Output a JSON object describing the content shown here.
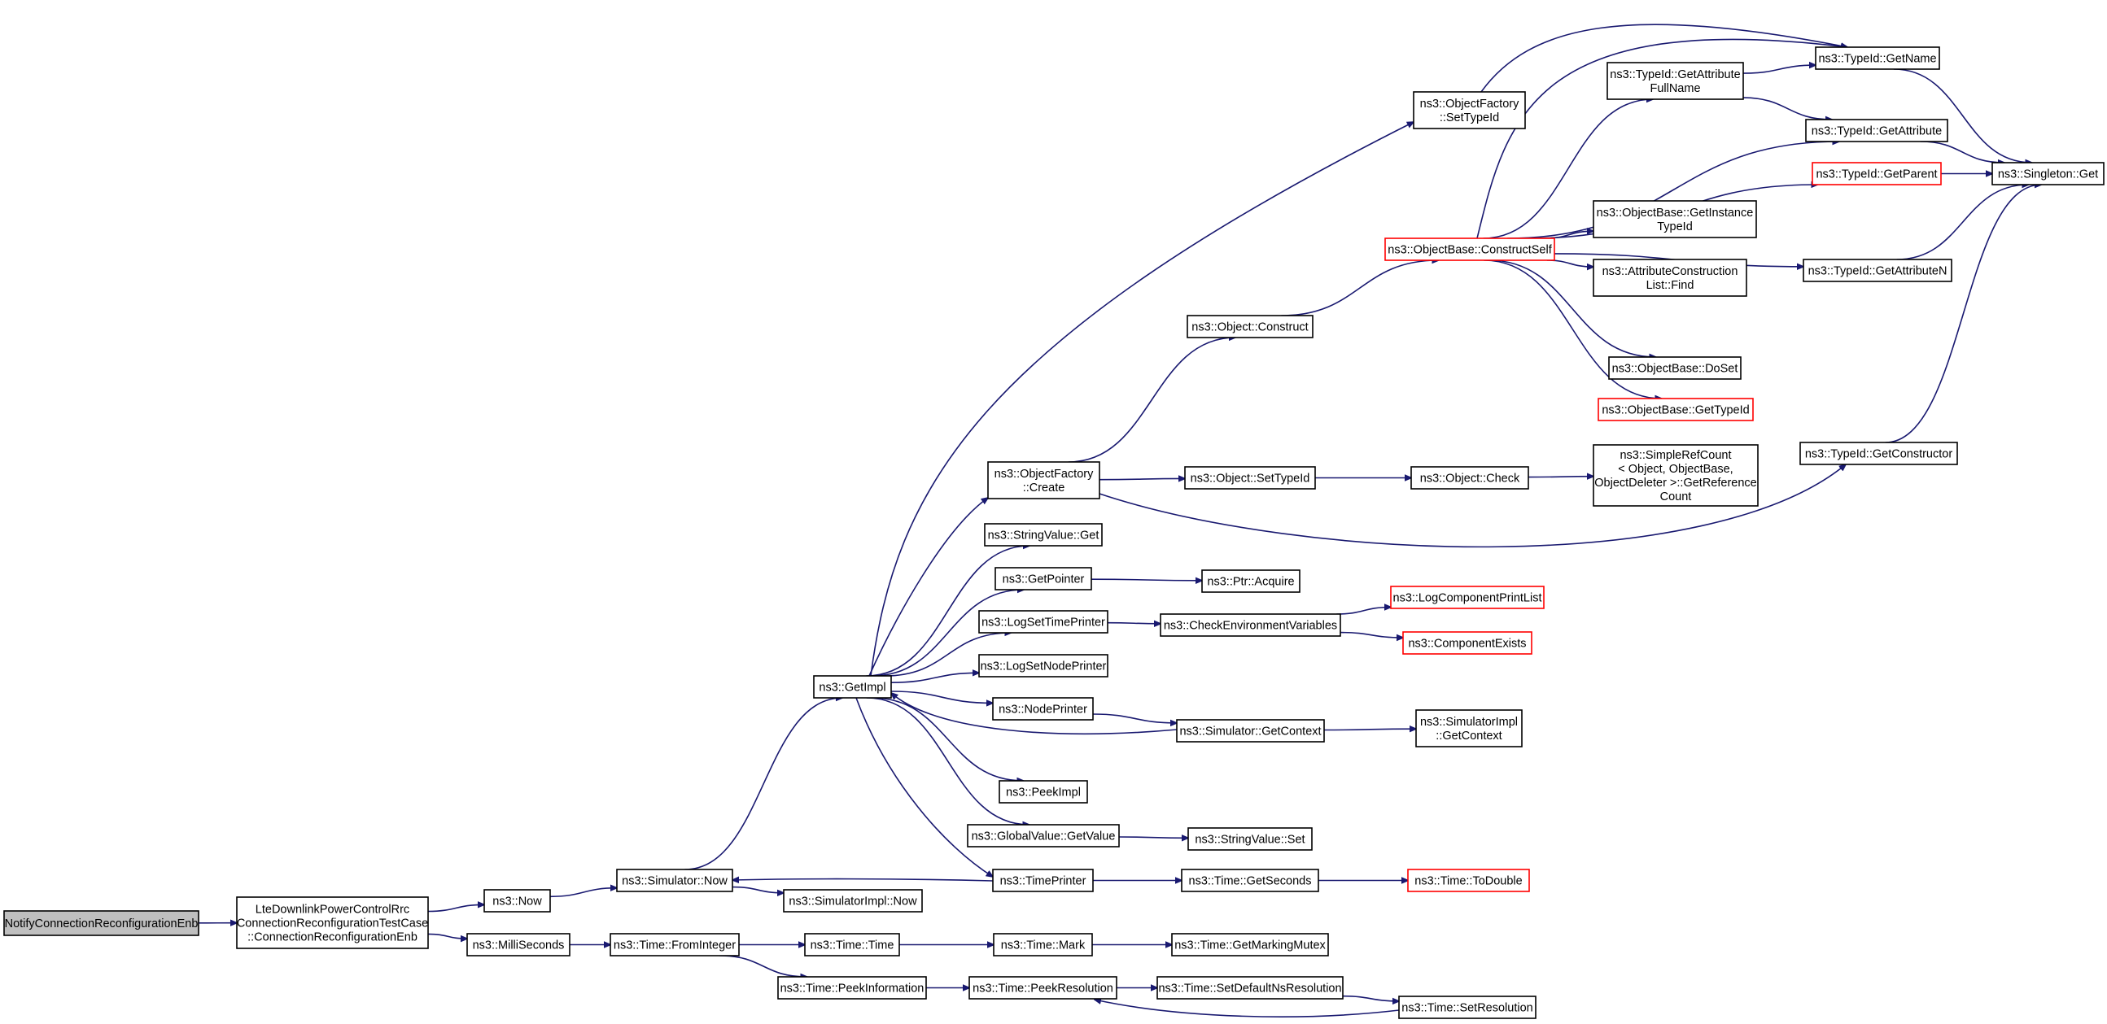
{
  "nodes": {
    "notify": [
      "NotifyConnectionReconfigurationEnb"
    ],
    "lteDl": [
      "LteDownlinkPowerControlRrc",
      "ConnectionReconfigurationTestCase",
      "::ConnectionReconfigurationEnb"
    ],
    "now": [
      "ns3::Now"
    ],
    "milliSeconds": [
      "ns3::MilliSeconds"
    ],
    "simNow": [
      "ns3::Simulator::Now"
    ],
    "fromInteger": [
      "ns3::Time::FromInteger"
    ],
    "simImplNow": [
      "ns3::SimulatorImpl::Now"
    ],
    "getImpl": [
      "ns3::GetImpl"
    ],
    "timeTime": [
      "ns3::Time::Time"
    ],
    "peekInfo": [
      "ns3::Time::PeekInformation"
    ],
    "objFactCreate": [
      "ns3::ObjectFactory",
      "::Create"
    ],
    "stringValueGet": [
      "ns3::StringValue::Get"
    ],
    "getPointer": [
      "ns3::GetPointer"
    ],
    "logSetTimePrinter": [
      "ns3::LogSetTimePrinter"
    ],
    "logSetNodePrinter": [
      "ns3::LogSetNodePrinter"
    ],
    "nodePrinter": [
      "ns3::NodePrinter"
    ],
    "peekImpl": [
      "ns3::PeekImpl"
    ],
    "globalValueGetValue": [
      "ns3::GlobalValue::GetValue"
    ],
    "timePrinter": [
      "ns3::TimePrinter"
    ],
    "timeMark": [
      "ns3::Time::Mark"
    ],
    "peekResolution": [
      "ns3::Time::PeekResolution"
    ],
    "objFactSetTypeId": [
      "ns3::ObjectFactory",
      "::SetTypeId"
    ],
    "objectConstruct": [
      "ns3::Object::Construct"
    ],
    "objectSetTypeId": [
      "ns3::Object::SetTypeId"
    ],
    "ptrAcquire": [
      "ns3::Ptr::Acquire"
    ],
    "checkEnvVars": [
      "ns3::CheckEnvironmentVariables"
    ],
    "simGetContext": [
      "ns3::Simulator::GetContext"
    ],
    "stringValueSet": [
      "ns3::StringValue::Set"
    ],
    "timeGetSeconds": [
      "ns3::Time::GetSeconds"
    ],
    "getMarkingMutex": [
      "ns3::Time::GetMarkingMutex"
    ],
    "setDefaultNsRes": [
      "ns3::Time::SetDefaultNsResolution"
    ],
    "constructSelf": [
      "ns3::ObjectBase::ConstructSelf"
    ],
    "objectCheck": [
      "ns3::Object::Check"
    ],
    "logComponentPrintList": [
      "ns3::LogComponentPrintList"
    ],
    "componentExists": [
      "ns3::ComponentExists"
    ],
    "simImplGetContext": [
      "ns3::SimulatorImpl",
      "::GetContext"
    ],
    "timeToDouble": [
      "ns3::Time::ToDouble"
    ],
    "timeSetResolution": [
      "ns3::Time::SetResolution"
    ],
    "typeIdGetAttrFullName": [
      "ns3::TypeId::GetAttribute",
      "FullName"
    ],
    "getInstanceTypeId": [
      "ns3::ObjectBase::GetInstance",
      "TypeId"
    ],
    "attrConstructionListFind": [
      "ns3::AttributeConstruction",
      "List::Find"
    ],
    "objectBaseDoSet": [
      "ns3::ObjectBase::DoSet"
    ],
    "objectBaseGetTypeId": [
      "ns3::ObjectBase::GetTypeId"
    ],
    "simpleRefCount": [
      "ns3::SimpleRefCount",
      "< Object, ObjectBase,",
      "ObjectDeleter >::GetReference",
      "Count"
    ],
    "typeIdGetName": [
      "ns3::TypeId::GetName"
    ],
    "typeIdGetAttribute": [
      "ns3::TypeId::GetAttribute"
    ],
    "typeIdGetParent": [
      "ns3::TypeId::GetParent"
    ],
    "typeIdGetAttributeN": [
      "ns3::TypeId::GetAttributeN"
    ],
    "typeIdGetConstructor": [
      "ns3::TypeId::GetConstructor"
    ],
    "singletonGet": [
      "ns3::Singleton::Get"
    ]
  },
  "colors": {
    "edge": "#191970",
    "border": "#000000",
    "highlight_border": "#ff0000",
    "root_fill": "#bfbfbf"
  }
}
